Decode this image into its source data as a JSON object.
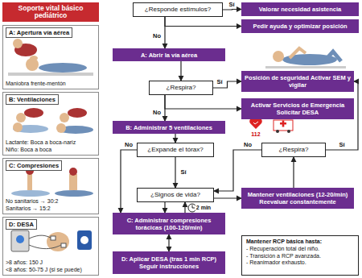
{
  "diagram": {
    "title": "Soporte vital básico pediátrico",
    "nodes": [
      {
        "text": [
          "A: Apertura vía aérea",
          "Maniobra frente-mentón"
        ]
      },
      {
        "text": [
          "B: Ventilaciones",
          "Lactante: Boca a boca-nariz",
          "Niño: Boca a boca"
        ]
      },
      {
        "text": [
          "C: Compresiones",
          "No sanitarios → 30:2",
          "Sanitarios → 15:2"
        ]
      },
      {
        "text": [
          "D: DESA",
          ">8 años: 150 J",
          "<8 años: 50-75 J (si se puede)"
        ]
      },
      {
        "text": [
          "¿Responde estímulos?"
        ]
      },
      {
        "text": [
          "Valorar necesidad asistencia"
        ]
      },
      {
        "text": [
          "Pedir ayuda y optimizar posición"
        ]
      },
      {
        "text": [
          "A: Abrir la vía aérea"
        ]
      },
      {
        "text": [
          "¿Respira?"
        ]
      },
      {
        "text": [
          "Posición de seguridad Activar SEM y vigilar"
        ]
      },
      {
        "text": [
          "Activar Servicios de Emergencia Solicitar DESA"
        ]
      },
      {
        "text": [
          "B: Administrar 5 ventilaciones"
        ]
      },
      {
        "text": [
          "¿Expande el tórax?"
        ]
      },
      {
        "text": [
          "¿Respira?"
        ]
      },
      {
        "text": [
          "¿Signos de vida?"
        ]
      },
      {
        "text": [
          "Mantener ventilaciones (12-20/min) Reevaluar constantemente"
        ]
      },
      {
        "text": [
          "C: Administrar compresiones torácicas (100-120/min)"
        ]
      },
      {
        "text": [
          "D: Aplicar DESA (tras 1 min RCP) Seguir instrucciones"
        ]
      },
      {
        "text": [
          "Mantener RCP básica hasta:",
          "- Recuperación total del niño.",
          "- Transición a RCP avanzada.",
          "- Reanimador exhausto."
        ]
      }
    ],
    "edges": [
      {
        "from": 4,
        "to": 5,
        "label": "Sí",
        "arrow": "to"
      },
      {
        "from": 4,
        "to": 7,
        "label": "No",
        "arrow": "to"
      },
      {
        "from": 4,
        "to": 6,
        "arrow": "to"
      },
      {
        "from": 7,
        "to": 8,
        "arrow": "to"
      },
      {
        "from": 8,
        "to": 9,
        "label": "Sí",
        "arrow": "to"
      },
      {
        "from": 8,
        "to": 11,
        "label": "No",
        "arrow": "to"
      },
      {
        "from": 8,
        "to": 10,
        "arrow": "to"
      },
      {
        "from": 11,
        "to": 12,
        "arrow": "to"
      },
      {
        "from": 12,
        "to": 14,
        "label": "Sí",
        "arrow": "to"
      },
      {
        "from": 12,
        "to": 16,
        "label": "No",
        "arrow": "to"
      },
      {
        "from": 14,
        "to": 15,
        "arrow": "to"
      },
      {
        "from": 15,
        "to": 13,
        "arrow": "to"
      },
      {
        "from": 13,
        "to": 14,
        "label": "No",
        "arrow": "to"
      },
      {
        "from": 13,
        "to": 9,
        "label": "Sí",
        "arrow": "to"
      },
      {
        "from": 14,
        "to": 16,
        "arrow": "to"
      },
      {
        "from": 16,
        "to": 14,
        "arrow": "to"
      },
      {
        "from": 16,
        "to": 17,
        "arrow": "both"
      }
    ],
    "labels": [
      "112",
      "2 min"
    ]
  }
}
